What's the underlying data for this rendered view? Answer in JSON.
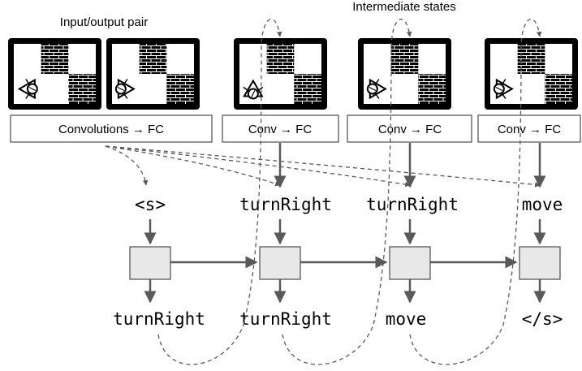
{
  "labels": {
    "input_output_pair": "Input/output pair",
    "intermediate_states": "Intermediate states"
  },
  "encoders": {
    "first": "Convolutions → FC",
    "others": [
      "Conv → FC",
      "Conv → FC",
      "Conv → FC"
    ]
  },
  "input_tokens": [
    "<s>",
    "turnRight",
    "turnRight",
    "move"
  ],
  "output_tokens": [
    "turnRight",
    "turnRight",
    "move",
    "</s>"
  ],
  "grid_states": [
    {
      "agent_facing": "left"
    },
    {
      "agent_facing": "right"
    },
    {
      "agent_facing": "up"
    },
    {
      "agent_facing": "right"
    },
    {
      "agent_facing": "right"
    }
  ],
  "colors": {
    "cell_fill": "#e8e8e8",
    "arrow": "#595959",
    "dashed": "#595959"
  }
}
